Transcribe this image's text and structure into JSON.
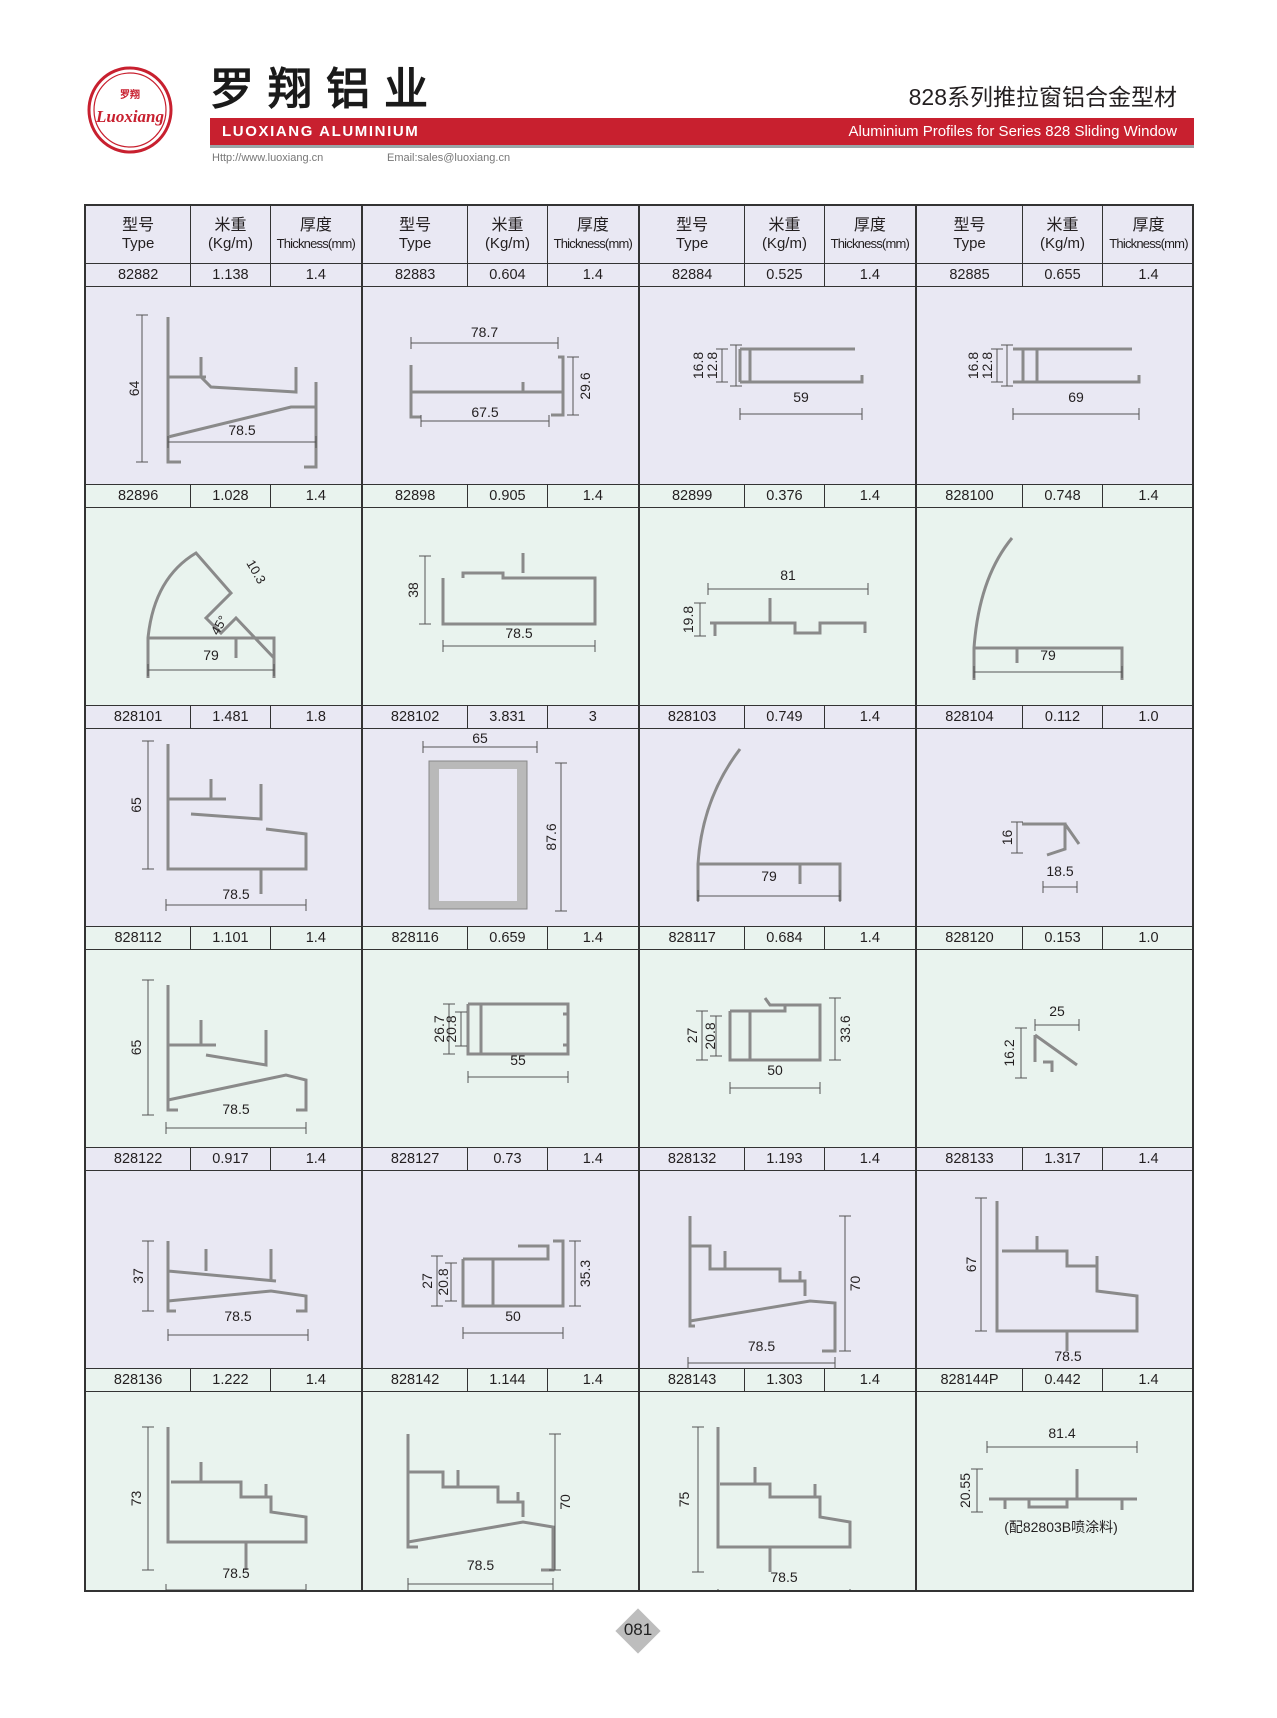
{
  "header": {
    "logo_cn": "罗翔",
    "logo_script": "Luoxiang",
    "brand_cn": "罗翔铝业",
    "brand_en": "LUOXIANG ALUMINIUM",
    "website": "Http://www.luoxiang.cn",
    "email": "Email:sales@luoxiang.cn",
    "title_cn": "828系列推拉窗铝合金型材",
    "title_en": "Aluminium Profiles for Series 828 Sliding Window",
    "accent_color": "#c8202f"
  },
  "table": {
    "columns": [
      {
        "cn": "型号",
        "en": "Type"
      },
      {
        "cn": "米重",
        "en": "(Kg/m)"
      },
      {
        "cn": "厚度",
        "en": "Thickness(mm)"
      }
    ],
    "rows": [
      {
        "band": "lavender",
        "items": [
          {
            "type": "82882",
            "weight": "1.138",
            "thickness": "1.4",
            "dims": [
              "64",
              "78.5"
            ]
          },
          {
            "type": "82883",
            "weight": "0.604",
            "thickness": "1.4",
            "dims": [
              "78.7",
              "67.5",
              "29.6"
            ]
          },
          {
            "type": "82884",
            "weight": "0.525",
            "thickness": "1.4",
            "dims": [
              "16.8",
              "12.8",
              "59"
            ]
          },
          {
            "type": "82885",
            "weight": "0.655",
            "thickness": "1.4",
            "dims": [
              "16.8",
              "12.8",
              "69"
            ]
          }
        ]
      },
      {
        "band": "mint",
        "items": [
          {
            "type": "82896",
            "weight": "1.028",
            "thickness": "1.4",
            "dims": [
              "10.3",
              "45°",
              "79"
            ]
          },
          {
            "type": "82898",
            "weight": "0.905",
            "thickness": "1.4",
            "dims": [
              "38",
              "78.5"
            ]
          },
          {
            "type": "82899",
            "weight": "0.376",
            "thickness": "1.4",
            "dims": [
              "81",
              "19.8"
            ]
          },
          {
            "type": "828100",
            "weight": "0.748",
            "thickness": "1.4",
            "dims": [
              "79"
            ]
          }
        ]
      },
      {
        "band": "lavender",
        "items": [
          {
            "type": "828101",
            "weight": "1.481",
            "thickness": "1.8",
            "dims": [
              "65",
              "78.5"
            ]
          },
          {
            "type": "828102",
            "weight": "3.831",
            "thickness": "3",
            "dims": [
              "65",
              "87.6"
            ]
          },
          {
            "type": "828103",
            "weight": "0.749",
            "thickness": "1.4",
            "dims": [
              "79"
            ]
          },
          {
            "type": "828104",
            "weight": "0.112",
            "thickness": "1.0",
            "dims": [
              "16",
              "18.5"
            ]
          }
        ]
      },
      {
        "band": "mint",
        "items": [
          {
            "type": "828112",
            "weight": "1.101",
            "thickness": "1.4",
            "dims": [
              "65",
              "78.5"
            ]
          },
          {
            "type": "828116",
            "weight": "0.659",
            "thickness": "1.4",
            "dims": [
              "26.7",
              "20.8",
              "55"
            ]
          },
          {
            "type": "828117",
            "weight": "0.684",
            "thickness": "1.4",
            "dims": [
              "27",
              "20.8",
              "33.6",
              "50"
            ]
          },
          {
            "type": "828120",
            "weight": "0.153",
            "thickness": "1.0",
            "dims": [
              "25",
              "16.2"
            ]
          }
        ]
      },
      {
        "band": "lavender",
        "items": [
          {
            "type": "828122",
            "weight": "0.917",
            "thickness": "1.4",
            "dims": [
              "37",
              "78.5"
            ]
          },
          {
            "type": "828127",
            "weight": "0.73",
            "thickness": "1.4",
            "dims": [
              "27",
              "20.8",
              "35.3",
              "50"
            ]
          },
          {
            "type": "828132",
            "weight": "1.193",
            "thickness": "1.4",
            "dims": [
              "70",
              "78.5"
            ]
          },
          {
            "type": "828133",
            "weight": "1.317",
            "thickness": "1.4",
            "dims": [
              "67",
              "78.5"
            ]
          }
        ]
      },
      {
        "band": "mint",
        "items": [
          {
            "type": "828136",
            "weight": "1.222",
            "thickness": "1.4",
            "dims": [
              "73",
              "78.5"
            ]
          },
          {
            "type": "828142",
            "weight": "1.144",
            "thickness": "1.4",
            "dims": [
              "70",
              "78.5"
            ]
          },
          {
            "type": "828143",
            "weight": "1.303",
            "thickness": "1.4",
            "dims": [
              "75",
              "78.5"
            ]
          },
          {
            "type": "828144P",
            "weight": "0.442",
            "thickness": "1.4",
            "dims": [
              "81.4",
              "20.55"
            ],
            "note": "(配82803B喷涂料)"
          }
        ]
      }
    ]
  },
  "footer": {
    "page_number": "081"
  }
}
